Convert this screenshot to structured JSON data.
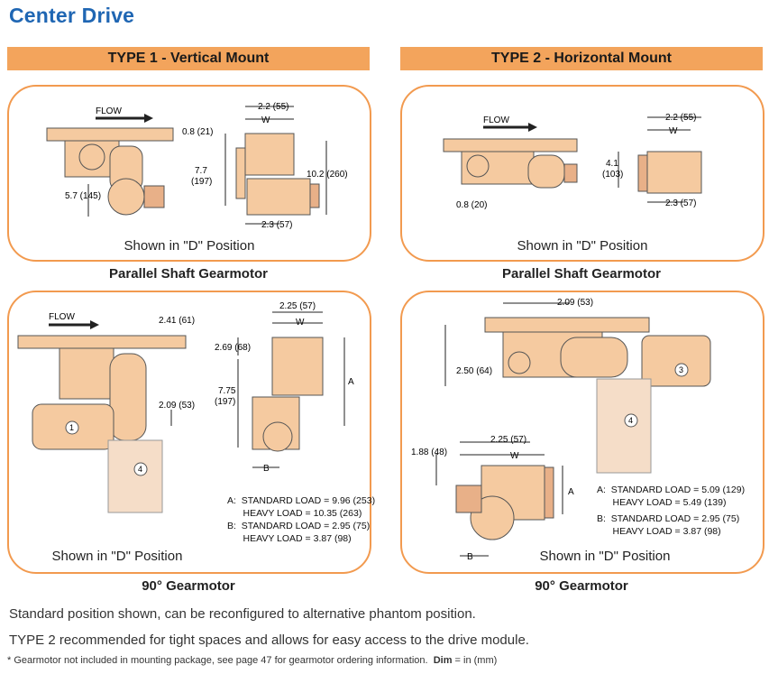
{
  "title": "Center Drive",
  "type1": {
    "label": "TYPE 1 - Vertical Mount"
  },
  "type2": {
    "label": "TYPE 2 - Horizontal Mount"
  },
  "panels": {
    "p1": {
      "caption": "Shown in \"D\" Position",
      "flow": "FLOW",
      "dims": [
        "2.2 (55)",
        "W",
        "0.8 (21)",
        "7.7",
        "(197)",
        "10.2 (260)",
        "5.7 (145)",
        "2.3 (57)"
      ]
    },
    "p2": {
      "caption": "Shown in \"D\" Position",
      "flow": "FLOW",
      "dims": [
        "2.2 (55)",
        "W",
        "4.1",
        "(103)",
        "0.8 (20)",
        "2.3 (57)"
      ]
    },
    "p3": {
      "caption": "Shown in \"D\" Position",
      "flow": "FLOW",
      "dims": [
        "2.41 (61)",
        "2.25 (57)",
        "W",
        "2.69 (68)",
        "7.75",
        "(197)",
        "A",
        "2.09 (53)",
        "B"
      ],
      "loads": [
        "A:  STANDARD LOAD = 9.96 (253)",
        "      HEAVY LOAD = 10.35 (263)",
        "B:  STANDARD LOAD = 2.95 (75)",
        "      HEAVY LOAD = 3.87 (98)"
      ],
      "markers": [
        "1",
        "4"
      ]
    },
    "p4": {
      "caption": "Shown in \"D\" Position",
      "dims": [
        "2.09 (53)",
        "2.50 (64)",
        "1.88 (48)",
        "2.25 (57)",
        "W",
        "A",
        "B"
      ],
      "loads": [
        "A:  STANDARD LOAD = 5.09 (129)",
        "      HEAVY LOAD = 5.49 (139)",
        "B:  STANDARD LOAD = 2.95 (75)",
        "      HEAVY LOAD = 3.87 (98)"
      ],
      "markers": [
        "3",
        "4"
      ]
    }
  },
  "subheads": {
    "row1": "Parallel Shaft Gearmotor",
    "row2": "90° Gearmotor"
  },
  "notes": {
    "line1": "Standard position shown, can be reconfigured to alternative phantom position.",
    "line2": "TYPE 2 recommended for tight spaces and allows for easy access to the drive module.",
    "foot_main": "* Gearmotor not included in mounting package, see page 47 for gearmotor ordering information.",
    "foot_dim_label": "Dim",
    "foot_dim_value": " = in (mm)"
  },
  "colors": {
    "accent": "#f29a4f",
    "title": "#1f66b3",
    "motor": "#f5caa0",
    "motor_dark": "#e8b088",
    "gray": "#b8b8b8"
  }
}
